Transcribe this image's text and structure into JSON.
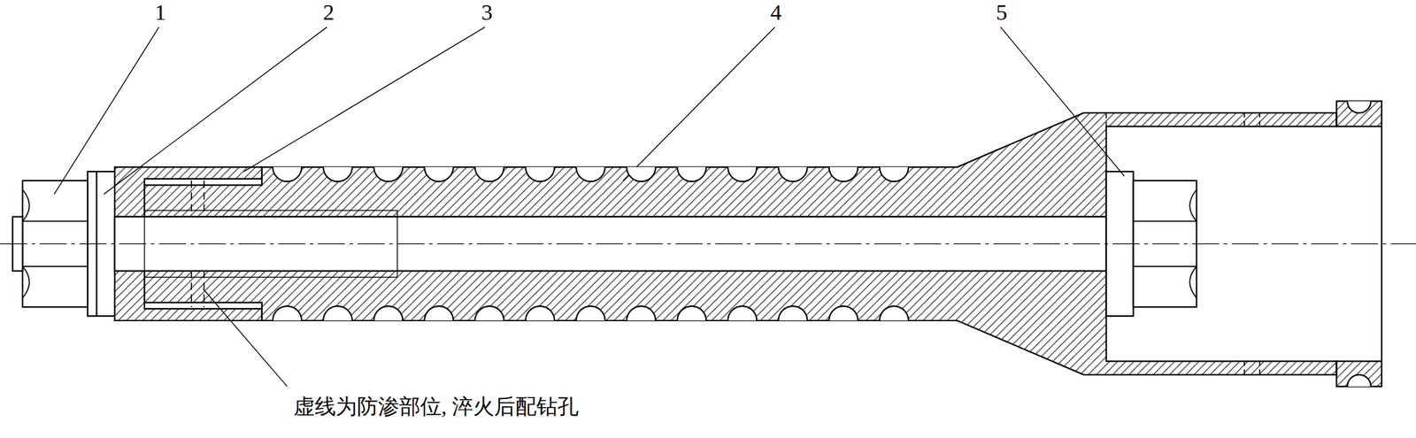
{
  "diagram": {
    "labels": [
      "1",
      "2",
      "3",
      "4",
      "5",
      "虚线为防渗部位, 淬火后配钻孔"
    ]
  }
}
